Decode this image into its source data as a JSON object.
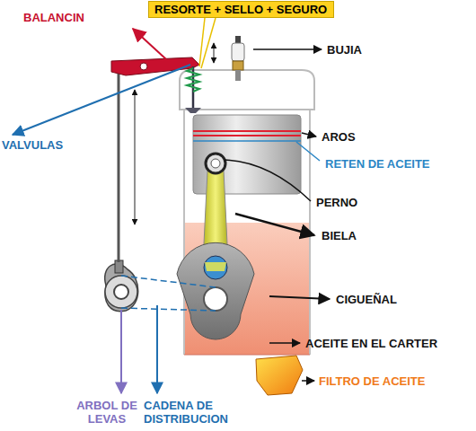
{
  "diagram": {
    "nodes": [
      {
        "text": [
          "RESORTE + SELLO + SEGURO"
        ]
      }
    ],
    "labels": [
      "BALANCIN",
      "BUJIA",
      "VALVULAS",
      "AROS",
      "RETEN DE ACEITE",
      "PERNO",
      "BIELA",
      "CIGUEÑAL",
      "ACEITE EN EL CARTER",
      "FILTRO DE ACEITE",
      "ARBOL DE LEVAS",
      "CADENA DE DISTRIBUCION"
    ]
  }
}
